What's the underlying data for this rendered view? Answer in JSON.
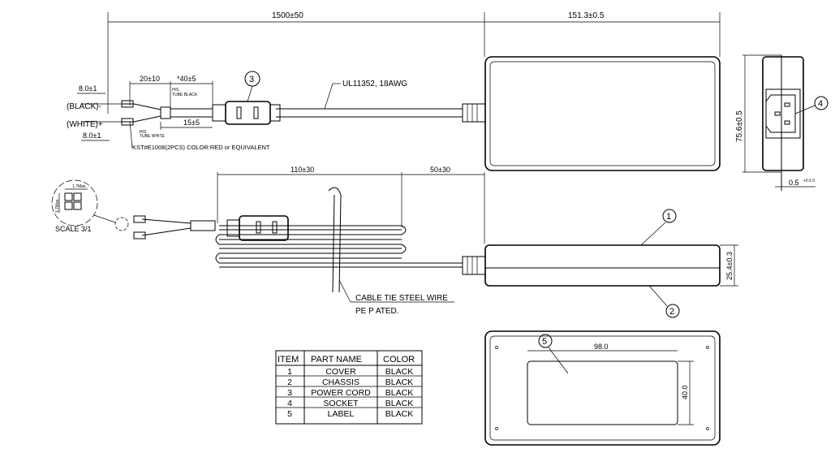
{
  "top_view": {
    "cord_length": "1500±50",
    "body_length": "151.3±0.5",
    "strip_black": "8.0±1",
    "strip_white": "8.0±1",
    "wire_black": "(BLACK)-",
    "wire_white": "(WHITE)+",
    "dim_split": "20±10",
    "dim_tube": "*40±5",
    "tube_black_1": "H/S",
    "tube_black_2": "TUBE BLACK",
    "tube_white_1": "H/S",
    "tube_white_2": "TUBE WHITE",
    "dim_plug": "15±5",
    "terminal_note": "KST#E1008(2PCS) COLOR:RED or EQUIVALENT",
    "cable_spec": "UL11352, 18AWG",
    "callout_3": "3"
  },
  "end_view": {
    "height": "75.6±0.5",
    "offset": "0.5",
    "offset_tol": "+0.5\n0",
    "callout_4": "4"
  },
  "coil_view": {
    "dim_coil": "110±30",
    "dim_tail": "50±30",
    "detail_w": "1.7Max.",
    "detail_h": "1.7Max.",
    "scale": "SCALE 3/1",
    "tie_1": "CABLE TIE STEEL WIRE",
    "tie_2": "PE P ATED."
  },
  "side_view": {
    "thickness": "25.4±0.3",
    "callout_1": "1",
    "callout_2": "2"
  },
  "label_view": {
    "width": "98.0",
    "height": "40.0",
    "callout_5": "5"
  },
  "parts_table": {
    "headers": [
      "ITEM",
      "PART NAME",
      "COLOR"
    ],
    "rows": [
      [
        "1",
        "COVER",
        "BLACK"
      ],
      [
        "2",
        "CHASSIS",
        "BLACK"
      ],
      [
        "3",
        "POWER CORD",
        "BLACK"
      ],
      [
        "4",
        "SOCKET",
        "BLACK"
      ],
      [
        "5",
        "LABEL",
        "BLACK"
      ]
    ]
  }
}
